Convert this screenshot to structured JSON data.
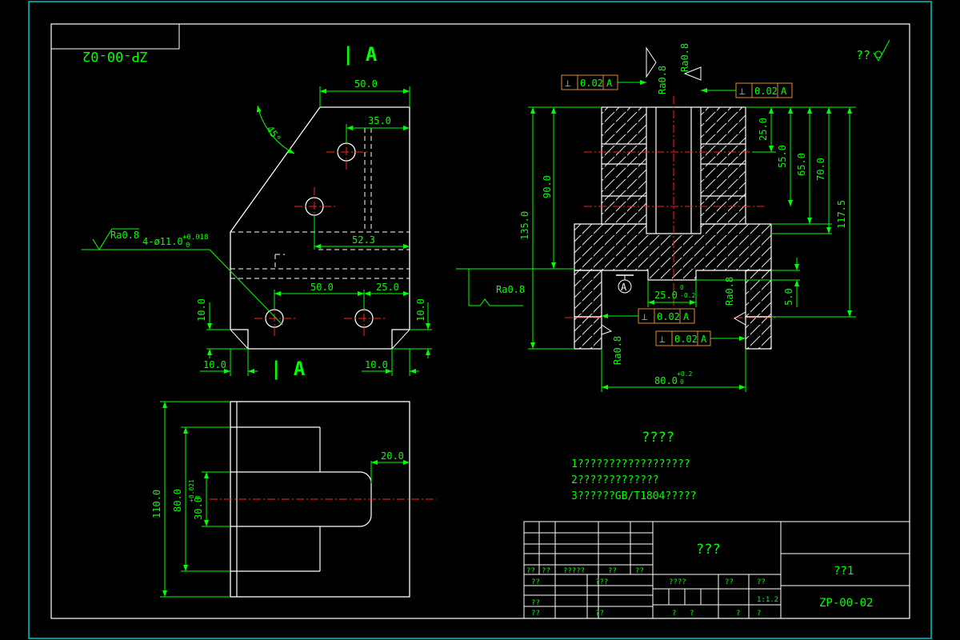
{
  "colors": {
    "background": "#000000",
    "border": "#00c8c8",
    "outline": "#ffffff",
    "dimension": "#00ff00",
    "centerline": "#ff2020",
    "hidden": "#ffffff",
    "hatch": "#e6e6e6",
    "text_green": "#00ff00",
    "frame_orange": "#e08a30"
  },
  "drawing_number_mirrored": "ZP-00-02",
  "section_marks": {
    "top_symbol": "| A",
    "bottom_symbol": "| A"
  },
  "roughness_top_right": "??",
  "front_view": {
    "dims": {
      "top_width": "50.0",
      "hole_offset": "35.0",
      "angle": "45°",
      "hole_callout": "4-ø11.0",
      "hole_tol_upper": "+0.018",
      "hole_tol_lower": "0",
      "roughness": "Ra0.8",
      "width_52": "52.3",
      "hole_spacing": "50.0",
      "edge_25": "25.0",
      "left_height": "10.0",
      "right_height": "10.0",
      "left_chamfer": "10.0",
      "right_chamfer": "10.0"
    }
  },
  "section_view": {
    "dims": {
      "h135": "135.0",
      "h90": "90.0",
      "h25": "25.0",
      "h55": "55.0",
      "h65": "65.0",
      "h70": "70.0",
      "h117": "117.5",
      "h5": "5.0",
      "slot": "25.0",
      "slot_tol_upper": "0",
      "slot_tol_lower": "-0.2",
      "base": "80.0",
      "base_tol_upper": "+0.2",
      "base_tol_lower": "0",
      "datum": "A"
    },
    "tolerance_frames": [
      {
        "symbol": "⊥",
        "value": "0.02",
        "datum": "A"
      },
      {
        "symbol": "⊥",
        "value": "0.02",
        "datum": "A"
      },
      {
        "symbol": "⊥",
        "value": "0.02",
        "datum": "A"
      },
      {
        "symbol": "⊥",
        "value": "0.02",
        "datum": "A"
      }
    ],
    "roughness": [
      "Ra0.8",
      "Ra0.8",
      "Ra0.8",
      "Ra0.8",
      "Ra0.8"
    ]
  },
  "top_view": {
    "dims": {
      "h110": "110.0",
      "h80": "80.0",
      "slot": "30.0",
      "slot_tol_upper": "+0.021",
      "slot_tol_lower": "0",
      "w20": "20.0"
    }
  },
  "notes": {
    "title": "????",
    "lines": [
      "1??????????????????",
      "2?????????????",
      "3??????GB/T1804?????"
    ]
  },
  "title_block": {
    "part_name": "???",
    "company": "??1",
    "drawing_number": "ZP-00-02",
    "scale": "1:1.2",
    "cells": {
      "r1": [
        "??",
        "??",
        "?????",
        "??",
        "??"
      ],
      "r2_left": "??",
      "r2_mid": "???",
      "r2_stage": "????",
      "r2_weight": "??",
      "r2_scale_label": "??",
      "r3_left": "??",
      "r4_left": "??",
      "r4_mid": "??",
      "bottom": [
        "?",
        "?",
        "?",
        "?"
      ]
    }
  }
}
